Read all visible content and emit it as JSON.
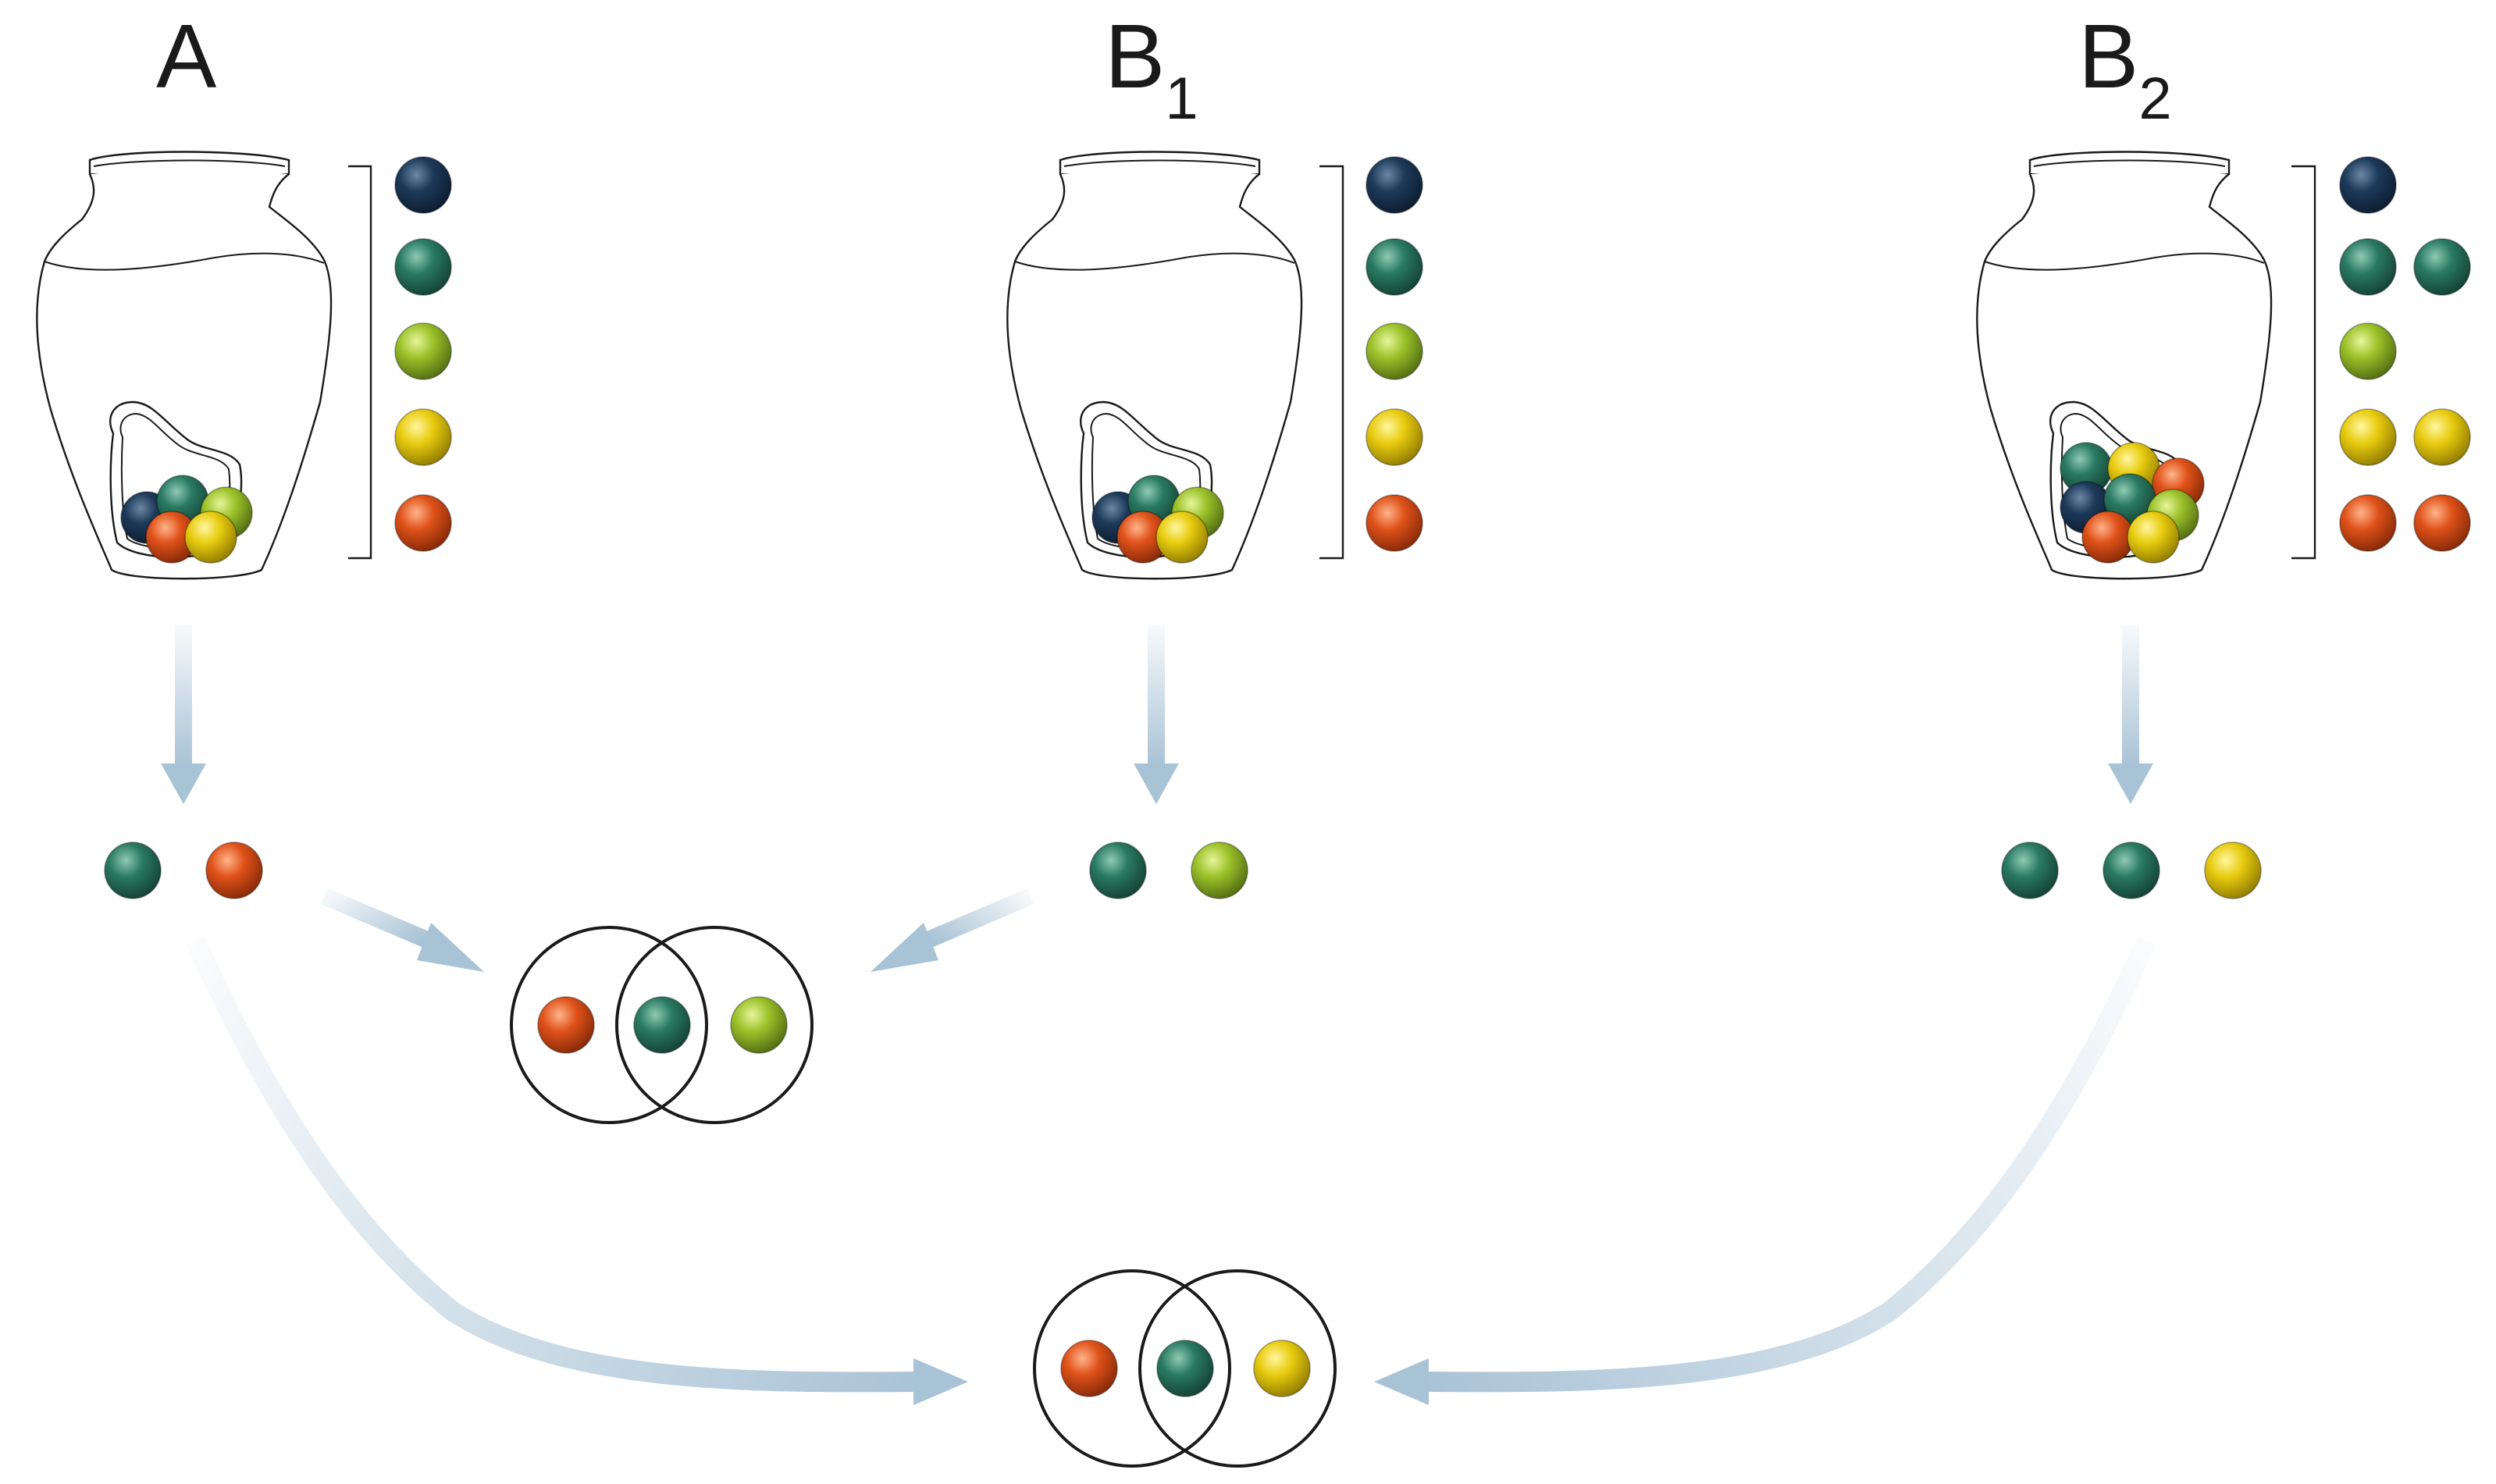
{
  "colors": {
    "navy": "#1d3a5a",
    "teal": "#2a7a62",
    "lime": "#9cc22a",
    "yellow": "#e8cc10",
    "orange": "#e0521a",
    "arrow": "#a9c3d6",
    "line": "#1a1a1a"
  },
  "urns": [
    {
      "id": "A",
      "title": "A",
      "subscript": "",
      "legend": [
        [
          "navy"
        ],
        [
          "teal"
        ],
        [
          "lime"
        ],
        [
          "yellow"
        ],
        [
          "orange"
        ]
      ],
      "contents": [
        "navy",
        "teal",
        "lime",
        "orange",
        "yellow"
      ],
      "draw": [
        "teal",
        "orange"
      ]
    },
    {
      "id": "B1",
      "title": "B",
      "subscript": "1",
      "legend": [
        [
          "navy"
        ],
        [
          "teal"
        ],
        [
          "lime"
        ],
        [
          "yellow"
        ],
        [
          "orange"
        ]
      ],
      "contents": [
        "navy",
        "teal",
        "lime",
        "orange",
        "yellow"
      ],
      "draw": [
        "teal",
        "lime"
      ]
    },
    {
      "id": "B2",
      "title": "B",
      "subscript": "2",
      "legend": [
        [
          "navy"
        ],
        [
          "teal",
          "teal"
        ],
        [
          "lime"
        ],
        [
          "yellow",
          "yellow"
        ],
        [
          "orange",
          "orange"
        ]
      ],
      "contents": [
        "teal",
        "yellow",
        "orange",
        "navy",
        "teal",
        "lime",
        "orange",
        "yellow"
      ],
      "draw": [
        "teal",
        "teal",
        "yellow"
      ]
    }
  ],
  "comparisons": [
    {
      "id": "A-vs-B1",
      "balls": [
        "orange",
        "teal",
        "lime"
      ]
    },
    {
      "id": "A-vs-B2",
      "balls": [
        "orange",
        "teal",
        "yellow"
      ]
    }
  ]
}
